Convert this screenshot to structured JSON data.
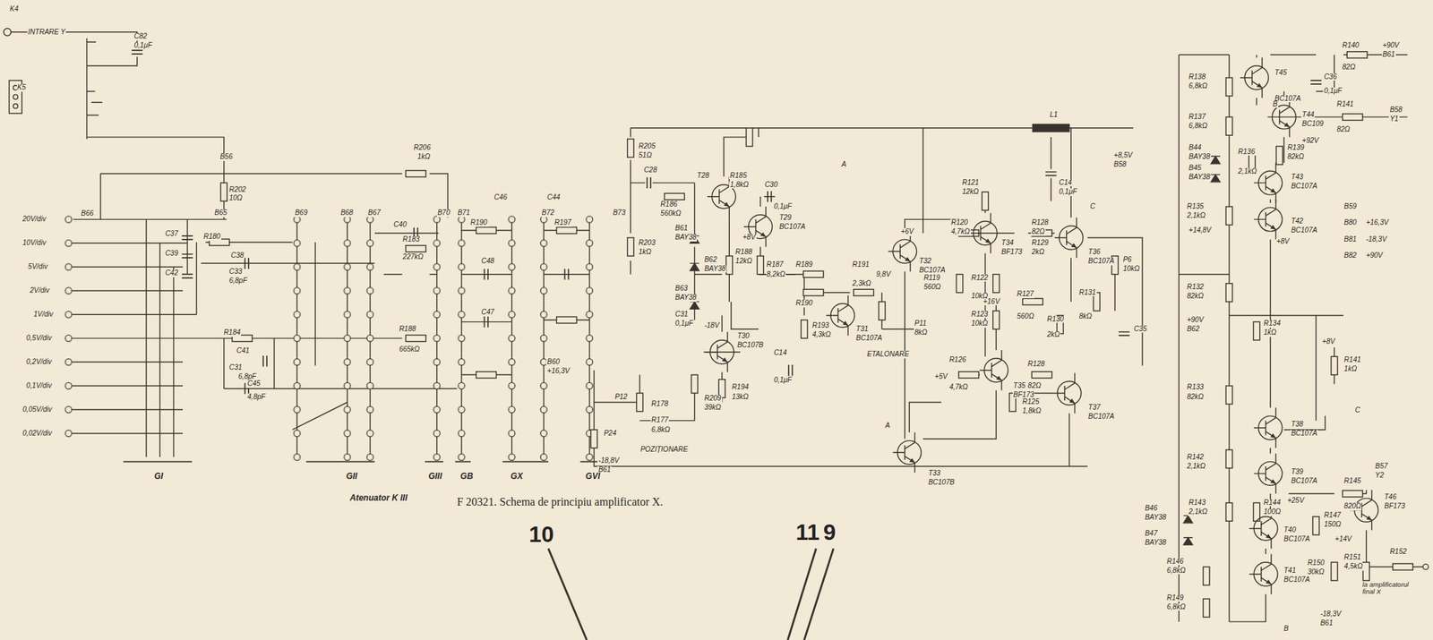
{
  "diagram": {
    "caption": "F 20321. Schema de principiu amplificator X.",
    "labels": [
      "K4",
      "INTRARE Y",
      "C82",
      "0,1μF",
      "K5",
      "B56",
      "R202",
      "10Ω",
      "R206",
      "1kΩ",
      "20V/div",
      "10V/div",
      "5V/div",
      "2V/div",
      "1V/div",
      "0,5V/div",
      "0,2V/div",
      "0,1V/div",
      "0,05V/div",
      "0,02V/div",
      "B66",
      "B65",
      "C37",
      "C39",
      "C42",
      "R180",
      "C38",
      "C33",
      "6,8pF",
      "B69",
      "B68",
      "B67",
      "C40",
      "R183",
      "227kΩ",
      "B70",
      "B71",
      "C46",
      "R190",
      "B72",
      "C44",
      "R197",
      "B73",
      "C48",
      "C47",
      "R184",
      "C41",
      "C31",
      "6,8pF",
      "C45",
      "4,8pF",
      "R188",
      "665kΩ",
      "R205",
      "51Ω",
      "C28",
      "R186",
      "560kΩ",
      "T28",
      "R185",
      "1,8kΩ",
      "C30",
      "0,1μF",
      "R203",
      "1kΩ",
      "B61",
      "BAY38",
      "B62",
      "BAY38",
      "B63",
      "BAY38",
      "C31",
      "0,1μF",
      "+8V",
      "T29",
      "BC107A",
      "R188",
      "12kΩ",
      "R187",
      "8,2kΩ",
      "-18V",
      "R189",
      "R190",
      "R191",
      "2,3kΩ",
      "9,8V",
      "T31",
      "BC107A",
      "ETALONARE",
      "P11",
      "8kΩ",
      "R193",
      "4,3kΩ",
      "C14",
      "0,1μF",
      "T30",
      "BC107B",
      "R194",
      "13kΩ",
      "B60",
      "+16,3V",
      "R209",
      "39kΩ",
      "P12",
      "R178",
      "R177",
      "6,8kΩ",
      "P24",
      "-18,8V",
      "B61",
      "POZIȚIONARE",
      "T32",
      "BC107A",
      "+6V",
      "R120",
      "4,7kΩ",
      "T34",
      "BF173",
      "R128",
      "82Ω",
      "T36",
      "BC107A",
      "R121",
      "12kΩ",
      "C14",
      "0,1μF",
      "L1",
      "+8,5V",
      "B58",
      "A",
      "C",
      "R129",
      "2kΩ",
      "P6",
      "10kΩ",
      "R127",
      "560Ω",
      "R119",
      "560Ω",
      "R122",
      "10kΩ",
      "R123",
      "10kΩ",
      "R130",
      "2kΩ",
      "R131",
      "8kΩ",
      "C35",
      "+16V",
      "T35",
      "BF173",
      "T37",
      "BC107A",
      "R126",
      "4,7kΩ",
      "R128",
      "82Ω",
      "R125",
      "1,8kΩ",
      "+5V",
      "T33",
      "BC107B",
      "A",
      "R138",
      "6,8kΩ",
      "T45",
      "BC107A",
      "C36",
      "0,1μF",
      "R140",
      "82Ω",
      "+90V",
      "B61",
      "B",
      "R137",
      "6,8kΩ",
      "T44",
      "BC109",
      "+92V",
      "B44",
      "BAY38",
      "B45",
      "BAY38",
      "R136",
      "2,1kΩ",
      "R139",
      "82kΩ",
      "R141",
      "82Ω",
      "B58",
      "Y1",
      "T43",
      "BC107A",
      "R135",
      "2,1kΩ",
      "+14,8V",
      "T42",
      "BC107A",
      "+8V",
      "B59",
      "B80",
      "+16,3V",
      "B81",
      "-18,3V",
      "B82",
      "+90V",
      "R132",
      "82kΩ",
      "+90V",
      "B62",
      "R134",
      "1kΩ",
      "+8V",
      "R141",
      "1kΩ",
      "R133",
      "82kΩ",
      "T38",
      "BC107A",
      "C",
      "R142",
      "2,1kΩ",
      "T39",
      "BC107A",
      "R143",
      "2,1kΩ",
      "R144",
      "100Ω",
      "R145",
      "820Ω",
      "B57",
      "Y2",
      "B46",
      "BAY38",
      "B47",
      "BAY38",
      "+25V",
      "T40",
      "BC107A",
      "R147",
      "150Ω",
      "+14V",
      "T46",
      "BF173",
      "R152",
      "la amplificatorul final X",
      "R150",
      "30kΩ",
      "R151",
      "4,5kΩ",
      "R146",
      "6,8kΩ",
      "T41",
      "BC107A",
      "R149",
      "6,8kΩ",
      "-18,3V",
      "B61",
      "B",
      "GI",
      "GII",
      "GIII",
      "GB",
      "GX",
      "GVI",
      "Atenuator K III",
      "10",
      "11",
      "9"
    ]
  }
}
